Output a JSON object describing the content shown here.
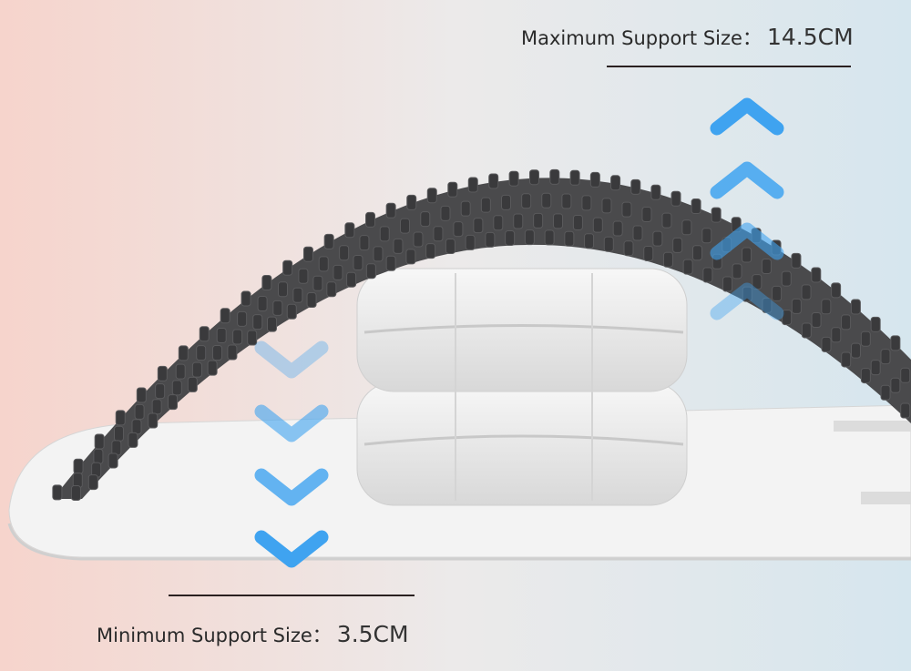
{
  "max_label": {
    "text": "Maximum Support Size：",
    "value": "14.5CM"
  },
  "min_label": {
    "text": "Minimum Support Size：",
    "value": "3.5CM"
  },
  "colors": {
    "arch": "#4a4a4c",
    "chevron": "#3fa3f0",
    "cushion": "#eeeeee",
    "base": "#f2f2f2"
  },
  "icons": {
    "up": "chevron-up-icon",
    "down": "chevron-down-icon"
  }
}
